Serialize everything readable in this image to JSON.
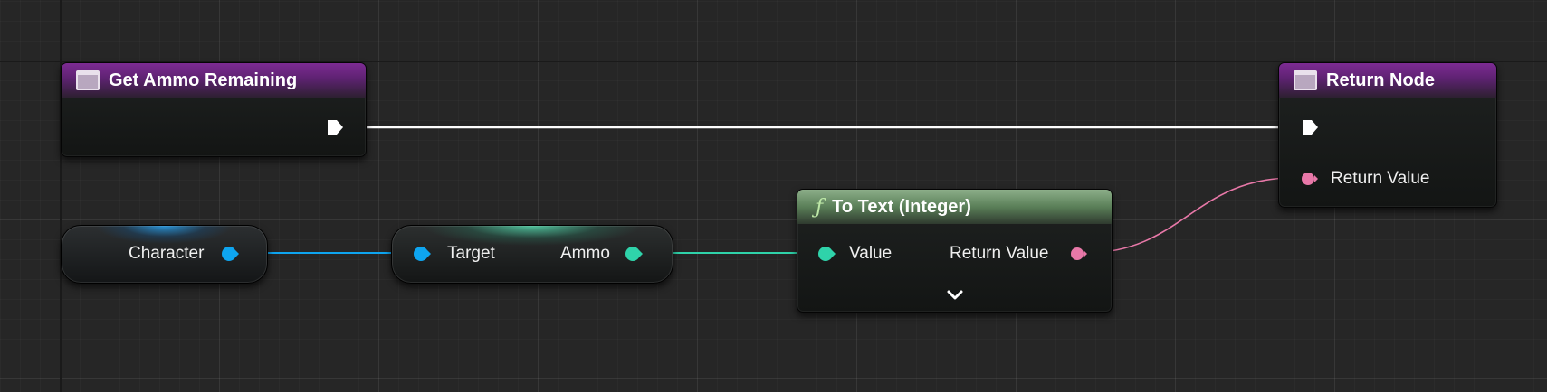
{
  "nodes": {
    "entry": {
      "title": "Get Ammo Remaining"
    },
    "return_node": {
      "title": "Return Node",
      "return_value_label": "Return Value"
    },
    "character": {
      "label": "Character"
    },
    "ammo_getter": {
      "target_label": "Target",
      "ammo_label": "Ammo"
    },
    "to_text": {
      "title": "To Text (Integer)",
      "value_label": "Value",
      "return_value_label": "Return Value"
    }
  },
  "colors": {
    "exec": "#ffffff",
    "object_pin": "#0ea5f0",
    "integer_pin": "#2fd3aa",
    "text_pin": "#e878a8"
  },
  "icons": {
    "function": "function-icon",
    "pure_function": "f-icon",
    "exec": "exec-pin-icon",
    "expand": "chevron-down-icon"
  }
}
